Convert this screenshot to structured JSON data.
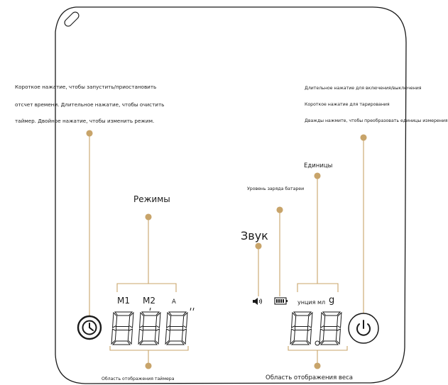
{
  "colors": {
    "accent": "#c8a46a",
    "outline": "#1a1a1a",
    "background": "#ffffff"
  },
  "timer_callout": {
    "line1": "Короткое нажатие, чтобы запустить/приостановить",
    "line2": "отсчет времени. Длительное нажатие, чтобы очистить",
    "line3": "таймер. Двойное нажатие, чтобы изменить режим."
  },
  "power_callout": {
    "line1": "Длительное нажатие для включения/выключения",
    "line2": "Короткое нажатие для тарирования",
    "line3": "Дважды нажмите, чтобы преобразовать единицы измерения"
  },
  "labels": {
    "modes": "Режимы",
    "units": "Единицы",
    "battery": "Уровень заряда батареи",
    "sound": "Звук",
    "timer_area": "Область отображения таймера",
    "weight_area": "Область отображения веса"
  },
  "modes": [
    "M1",
    "M2",
    "A"
  ],
  "units": {
    "ounce_ml": "унция мл",
    "gram": "g"
  },
  "icons": {
    "timer_button": "clock-icon",
    "power_button": "power-icon",
    "sound": "speaker-icon",
    "battery": "battery-icon"
  }
}
